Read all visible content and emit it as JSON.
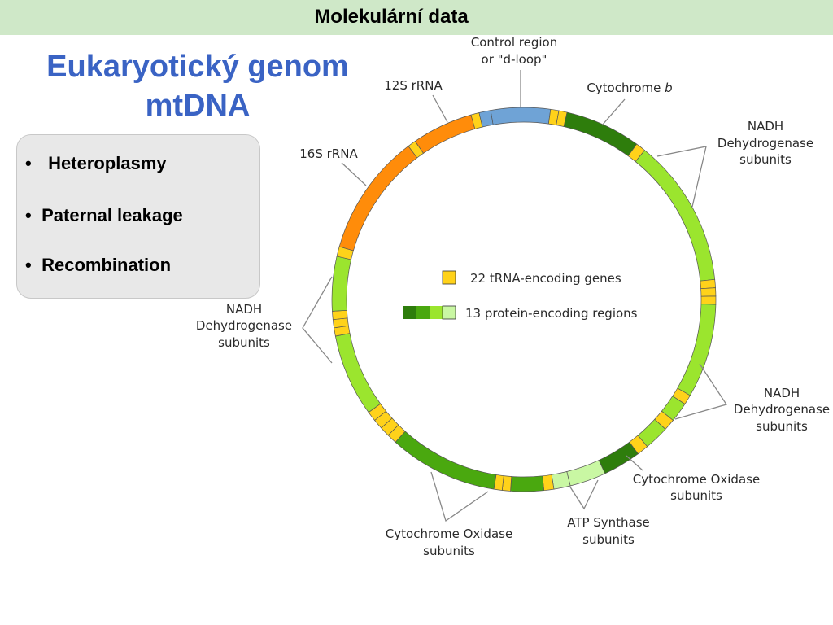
{
  "header": {
    "title": "Molekulární data"
  },
  "main_title": {
    "line1": "Eukaryotický genom",
    "line2": "mtDNA"
  },
  "bullets": [
    "Heteroplasmy",
    "Paternal leakage",
    "Recombination"
  ],
  "bullet_symbol": "•",
  "diagram": {
    "labels": {
      "control_region": [
        "Control region",
        "or \"d-loop\""
      ],
      "rrna_12s": "12S rRNA",
      "rrna_16s": "16S rRNA",
      "cytochrome_b": [
        "Cytochrome ",
        "b"
      ],
      "nadh_right_top": [
        "NADH",
        "Dehydrogenase",
        "subunits"
      ],
      "nadh_left": [
        "NADH",
        "Dehydrogenase",
        "subunits"
      ],
      "nadh_right_bottom": [
        "NADH",
        "Dehydrogenase",
        "subunits"
      ],
      "cox_right": [
        "Cytochrome Oxidase",
        "subunits"
      ],
      "atp": [
        "ATP Synthase",
        "subunits"
      ],
      "cox_bottom": [
        "Cytochrome Oxidase",
        "subunits"
      ]
    },
    "legend": {
      "trna": "22 tRNA-encoding genes",
      "protein": "13 protein-encoding regions"
    },
    "colors": {
      "trna": "#ffd21a",
      "control": "#6fa3d6",
      "rrna": "#ff8c0a",
      "protein_dark": "#2e7d0c",
      "protein_mid": "#4aa80f",
      "protein_light": "#9be52e",
      "protein_pale": "#c9f7a3",
      "header_bg": "#cfe8c8",
      "title_blue": "#3a63c4"
    }
  }
}
